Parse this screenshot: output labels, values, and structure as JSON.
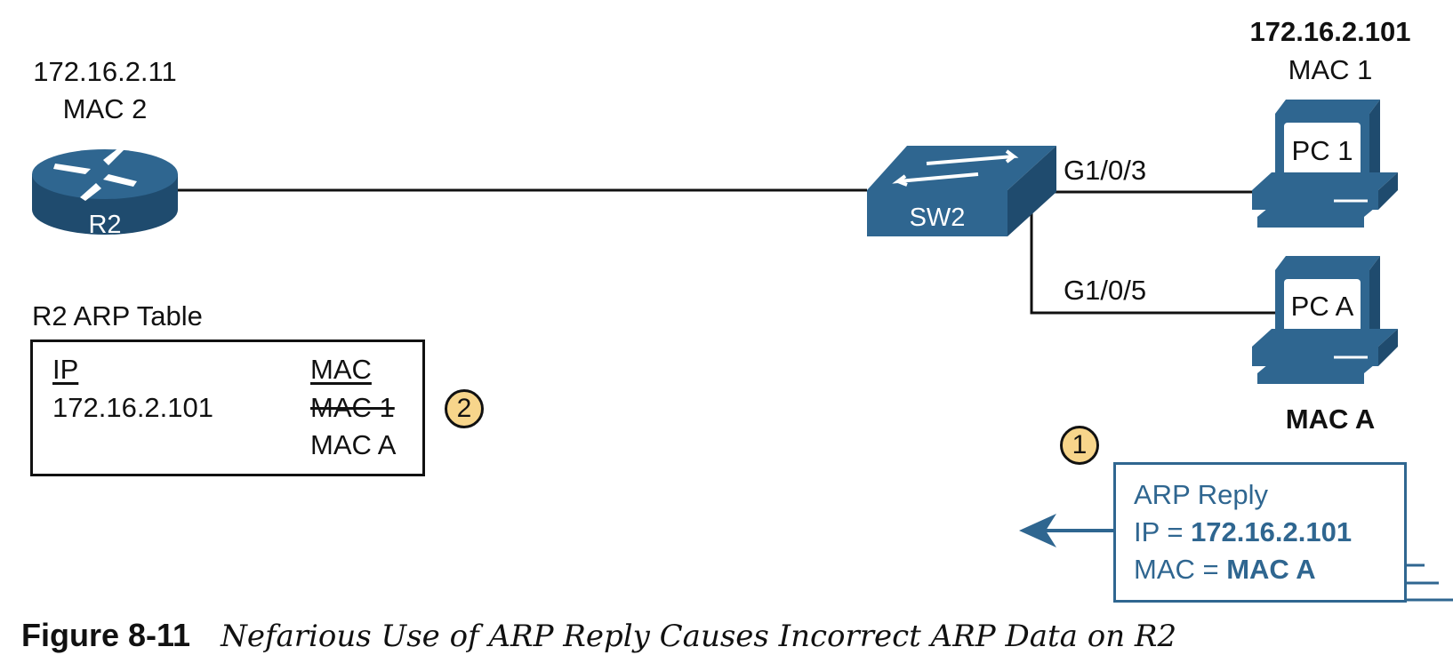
{
  "router": {
    "label": "R2",
    "ip": "172.16.2.11",
    "mac": "MAC 2"
  },
  "switch": {
    "label": "SW2",
    "port_pc1": "G1/0/3",
    "port_pca": "G1/0/5"
  },
  "pc1": {
    "label": "PC 1",
    "ip": "172.16.2.101",
    "mac": "MAC 1"
  },
  "pca": {
    "label": "PC A",
    "mac": "MAC A"
  },
  "arp_table": {
    "title": "R2 ARP Table",
    "header_ip": "IP",
    "header_mac": "MAC",
    "row_ip": "172.16.2.101",
    "old_mac": "MAC 1",
    "new_mac": "MAC A"
  },
  "arp_reply": {
    "line1": "ARP Reply",
    "ip_prefix": "IP = ",
    "ip_value": "172.16.2.101",
    "mac_prefix": "MAC = ",
    "mac_value": "MAC A"
  },
  "steps": {
    "step1": "1",
    "step2": "2"
  },
  "caption": {
    "label": "Figure 8-11",
    "text": "Nefarious Use of ARP Reply Causes Incorrect ARP Data on R2"
  },
  "colors": {
    "device_blue": "#2f6690",
    "device_dark": "#1f4b6e",
    "badge_fill": "#f7d58b"
  }
}
